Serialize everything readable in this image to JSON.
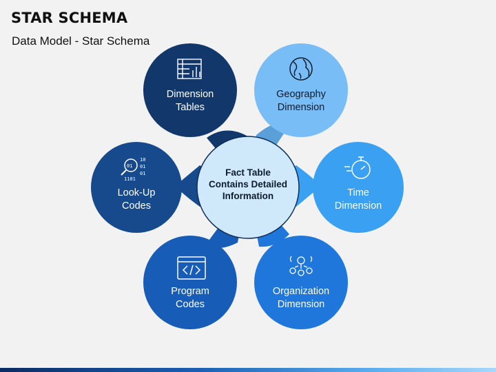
{
  "header": {
    "title": "STAR SCHEMA",
    "subtitle": "Data Model - Star Schema"
  },
  "center": {
    "lines": [
      "Fact Table",
      "Contains Detailed",
      "Information"
    ]
  },
  "nodes": [
    {
      "id": "dimension-tables",
      "lines": [
        "Dimension",
        "Tables"
      ],
      "icon": "table-chart-icon",
      "color": "#12376b",
      "text_color": "#ffffff"
    },
    {
      "id": "geography-dimension",
      "lines": [
        "Geography",
        "Dimension"
      ],
      "icon": "globe-icon",
      "color": "#78bdf5",
      "text_color": "#0d1b2e"
    },
    {
      "id": "time-dimension",
      "lines": [
        "Time",
        "Dimension"
      ],
      "icon": "stopwatch-icon",
      "color": "#3aa0f2",
      "text_color": "#ffffff"
    },
    {
      "id": "organization-dimension",
      "lines": [
        "Organization",
        "Dimension"
      ],
      "icon": "organization-icon",
      "color": "#1f76db",
      "text_color": "#ffffff"
    },
    {
      "id": "program-codes",
      "lines": [
        "Program",
        "Codes"
      ],
      "icon": "code-window-icon",
      "color": "#175cb6",
      "text_color": "#ffffff"
    },
    {
      "id": "look-up-codes",
      "lines": [
        "Look-Up",
        "Codes"
      ],
      "icon": "binary-search-icon",
      "color": "#164a8c",
      "text_color": "#ffffff"
    }
  ],
  "colors": {
    "center_fill": "#cfe9fb",
    "center_stroke": "#0d2d5a",
    "background": "#f2f2f2"
  }
}
